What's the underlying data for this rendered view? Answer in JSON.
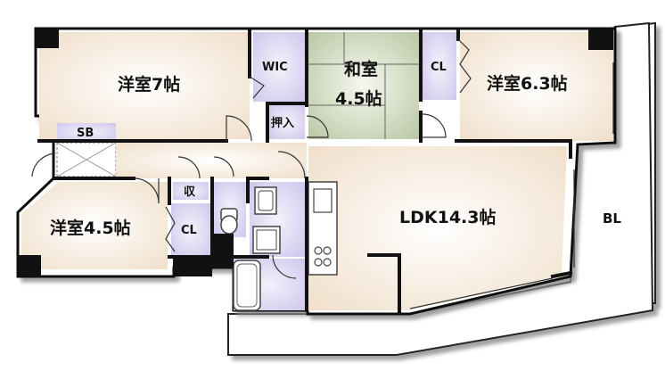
{
  "floor_plan": {
    "rooms": {
      "western_7": "洋室7帖",
      "wic": "WIC",
      "japanese_line1": "和室",
      "japanese_line2": "4.5帖",
      "cl_upper": "CL",
      "western_6_3": "洋室6.3帖",
      "sb": "SB",
      "oshiire": "押入",
      "storage": "収",
      "western_4_5": "洋室4.5帖",
      "cl_lower": "CL",
      "ldk": "LDK14.3帖",
      "balcony": "BL"
    },
    "colors": {
      "wall": "#111111",
      "room_beige": "#f3e6d6",
      "closet_lavender": "#d9d3ee",
      "wet_area_blue": "#cfd8ee",
      "tatami_green": "#d2dcc0",
      "balcony_white": "#ffffff",
      "shadow": "#9a9a9a"
    }
  }
}
